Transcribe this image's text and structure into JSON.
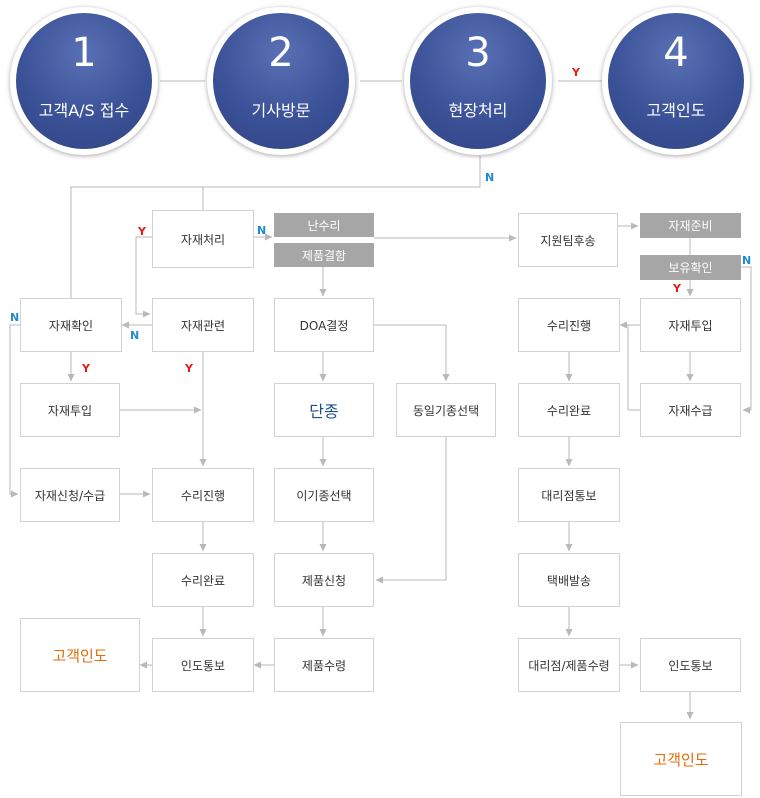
{
  "steps": [
    {
      "num": "1",
      "label": "고객A/S 접수"
    },
    {
      "num": "2",
      "label": "기사방문"
    },
    {
      "num": "3",
      "label": "현장처리"
    },
    {
      "num": "4",
      "label": "고객인도"
    }
  ],
  "boxes": {
    "material_process": "자재처리",
    "material_related": "자재관련",
    "material_check": "자재확인",
    "material_input_left": "자재투입",
    "material_request": "자재신청/수급",
    "repair_progress_left": "수리진행",
    "repair_done_left": "수리완료",
    "delivery_notice_left": "인도통보",
    "customer_delivery_left": "고객인도",
    "doa": "DOA결정",
    "discontinued": "단종",
    "other_model": "이기종선택",
    "product_request": "제품신청",
    "product_receipt": "제품수령",
    "same_model": "동일기종선택",
    "support_ship": "지원팀후송",
    "repair_progress_right": "수리진행",
    "repair_done_right": "수리완료",
    "agency_notice": "대리점통보",
    "courier": "택배발송",
    "agency_receipt": "대리점/제품수령",
    "delivery_notice_right": "인도통보",
    "customer_delivery_right": "고객인도",
    "material_input_right": "자재투입",
    "material_supply_right": "자재수급"
  },
  "tags": {
    "hard_repair": "난수리",
    "product_defect": "제품결함",
    "material_ready": "자재준비",
    "hold_check": "보유확인"
  },
  "markers": {
    "yes": "Y",
    "no": "N"
  },
  "colors": {
    "circle_fill": "#3c5298",
    "line": "#b9b9b9",
    "tag_gray": "#a6a6a6",
    "yes_red": "#e41b1b",
    "no_blue": "#1e8bd0",
    "orange_text": "#e36c09",
    "blue_text": "#1f4e8c"
  }
}
